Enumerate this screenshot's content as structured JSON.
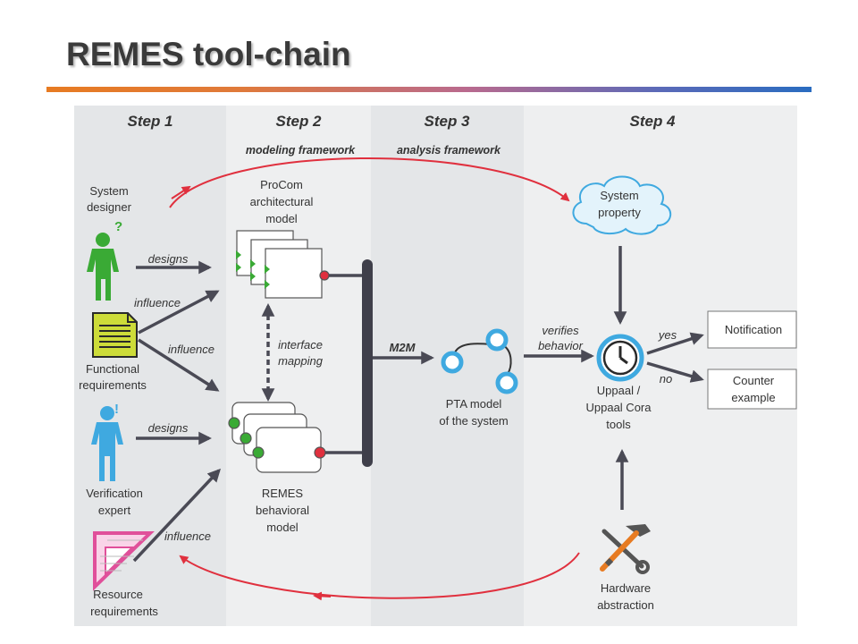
{
  "title": "REMES tool-chain",
  "steps": [
    "Step 1",
    "Step 2",
    "Step 3",
    "Step 4"
  ],
  "frameworks": {
    "modeling": "modeling framework",
    "analysis": "analysis framework"
  },
  "actors": {
    "system_designer": [
      "System",
      "designer"
    ],
    "functional_requirements": [
      "Functional",
      "requirements"
    ],
    "verification_expert": [
      "Verification",
      "expert"
    ],
    "resource_requirements": [
      "Resource",
      "requirements"
    ],
    "hardware_abstraction": [
      "Hardware",
      "abstraction"
    ]
  },
  "models": {
    "procom": [
      "ProCom",
      "architectural",
      "model"
    ],
    "remes": [
      "REMES",
      "behavioral",
      "model"
    ],
    "pta": [
      "PTA model",
      "of the system"
    ],
    "system_property": [
      "System",
      "property"
    ],
    "uppaal": [
      "Uppaal /",
      "Uppaal Cora",
      "tools"
    ]
  },
  "edges": {
    "designs_top": "designs",
    "influence_1": "influence",
    "influence_2": "influence",
    "designs_bottom": "designs",
    "influence_3": "influence",
    "interface_mapping": [
      "interface",
      "mapping"
    ],
    "m2m": "M2M",
    "verifies_behavior": [
      "verifies",
      "behavior"
    ],
    "yes": "yes",
    "no": "no"
  },
  "outputs": {
    "notification": "Notification",
    "counter_example": [
      "Counter",
      "example"
    ]
  },
  "marks": {
    "question": "?",
    "exclamation": "!"
  },
  "colors": {
    "accent_green": "#3aaa35",
    "accent_blue": "#3fa9e0",
    "accent_red": "#e0303e",
    "arrow_dark": "#4a4a55",
    "column_gray": "#e4e6e8",
    "column_light": "#eeeff0"
  }
}
